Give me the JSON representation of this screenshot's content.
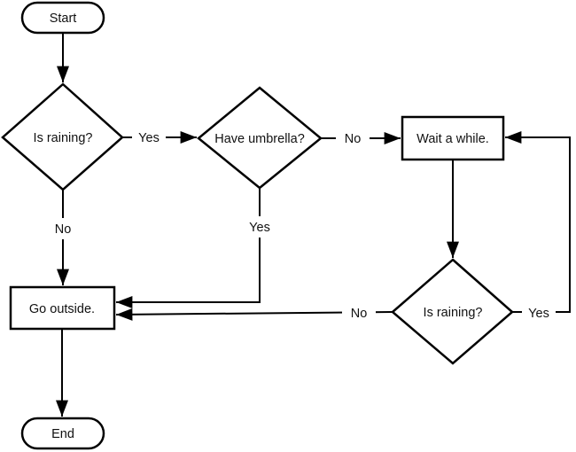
{
  "diagram": {
    "type": "flowchart",
    "background_color": "#ffffff",
    "line_color": "#000000",
    "text_color": "#111111",
    "shape_fill": "#ffffff",
    "nodes": {
      "start": {
        "label": "Start",
        "shape": "terminator"
      },
      "is_raining_1": {
        "label": "Is raining?",
        "shape": "decision"
      },
      "have_umbrella": {
        "label": "Have umbrella?",
        "shape": "decision"
      },
      "wait": {
        "label": "Wait a while.",
        "shape": "process"
      },
      "is_raining_2": {
        "label": "Is raining?",
        "shape": "decision"
      },
      "go_outside": {
        "label": "Go outside.",
        "shape": "process"
      },
      "end": {
        "label": "End",
        "shape": "terminator"
      }
    },
    "edges": [
      {
        "from": "start",
        "to": "is_raining_1",
        "label": ""
      },
      {
        "from": "is_raining_1",
        "to": "have_umbrella",
        "label": "Yes"
      },
      {
        "from": "is_raining_1",
        "to": "go_outside",
        "label": "No"
      },
      {
        "from": "have_umbrella",
        "to": "wait",
        "label": "No"
      },
      {
        "from": "have_umbrella",
        "to": "go_outside",
        "label": "Yes"
      },
      {
        "from": "wait",
        "to": "is_raining_2",
        "label": ""
      },
      {
        "from": "is_raining_2",
        "to": "wait",
        "label": "Yes"
      },
      {
        "from": "is_raining_2",
        "to": "go_outside",
        "label": "No"
      },
      {
        "from": "go_outside",
        "to": "end",
        "label": ""
      }
    ]
  }
}
